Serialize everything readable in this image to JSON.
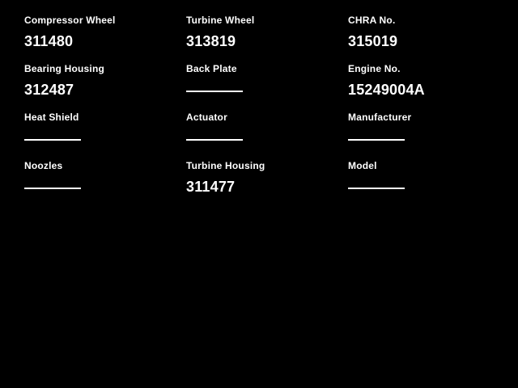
{
  "colors": {
    "background": "#000000",
    "text": "#ffffff",
    "blank_line": "#ffffff"
  },
  "fields": [
    {
      "label": "Compressor Wheel",
      "value": "311480"
    },
    {
      "label": "Turbine Wheel",
      "value": "313819"
    },
    {
      "label": "CHRA No.",
      "value": "315019"
    },
    {
      "label": "Bearing Housing",
      "value": "312487"
    },
    {
      "label": "Back Plate",
      "value": ""
    },
    {
      "label": "Engine No.",
      "value": "15249004A"
    },
    {
      "label": "Heat Shield",
      "value": ""
    },
    {
      "label": "Actuator",
      "value": ""
    },
    {
      "label": "Manufacturer",
      "value": ""
    },
    {
      "label": "Noozles",
      "value": ""
    },
    {
      "label": "Turbine Housing",
      "value": "311477"
    },
    {
      "label": "Model",
      "value": ""
    }
  ]
}
